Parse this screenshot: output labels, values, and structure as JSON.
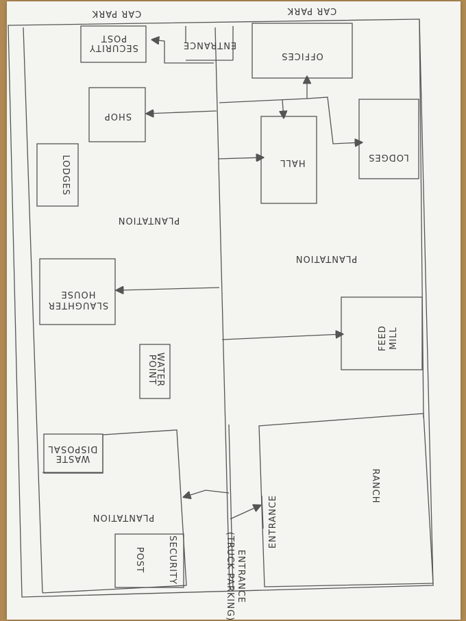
{
  "labels": {
    "car_park_left": "CAR PARK",
    "car_park_right": "CAR PARK",
    "security_post_top": [
      "SECURITY",
      "POST"
    ],
    "entrance_top": "ENTRANCE",
    "offices": "OFFICES",
    "shop": "SHOP",
    "lodges_left": "LODGES",
    "hall": "HALL",
    "lodges_right": "LODGES",
    "plantation_upper_left": "PLANTATION",
    "plantation_middle": "PLANTATION",
    "slaughter_house": [
      "SLAUGHTER",
      "HOUSE"
    ],
    "feed_mill": [
      "FEED",
      "MILL"
    ],
    "water_point": [
      "WATER",
      "POINT"
    ],
    "waste_disposal": [
      "WASTE",
      "DISPOSAL"
    ],
    "ranch": "RANCH",
    "plantation_lower_left": "PLANTATION",
    "entrance_bottom_right": "ENTRANCE",
    "security_post_bottom": [
      "SECURITY",
      "POST"
    ],
    "entrance_truck": [
      "ENTRANCE",
      "(TRUCK PARKING)"
    ]
  }
}
